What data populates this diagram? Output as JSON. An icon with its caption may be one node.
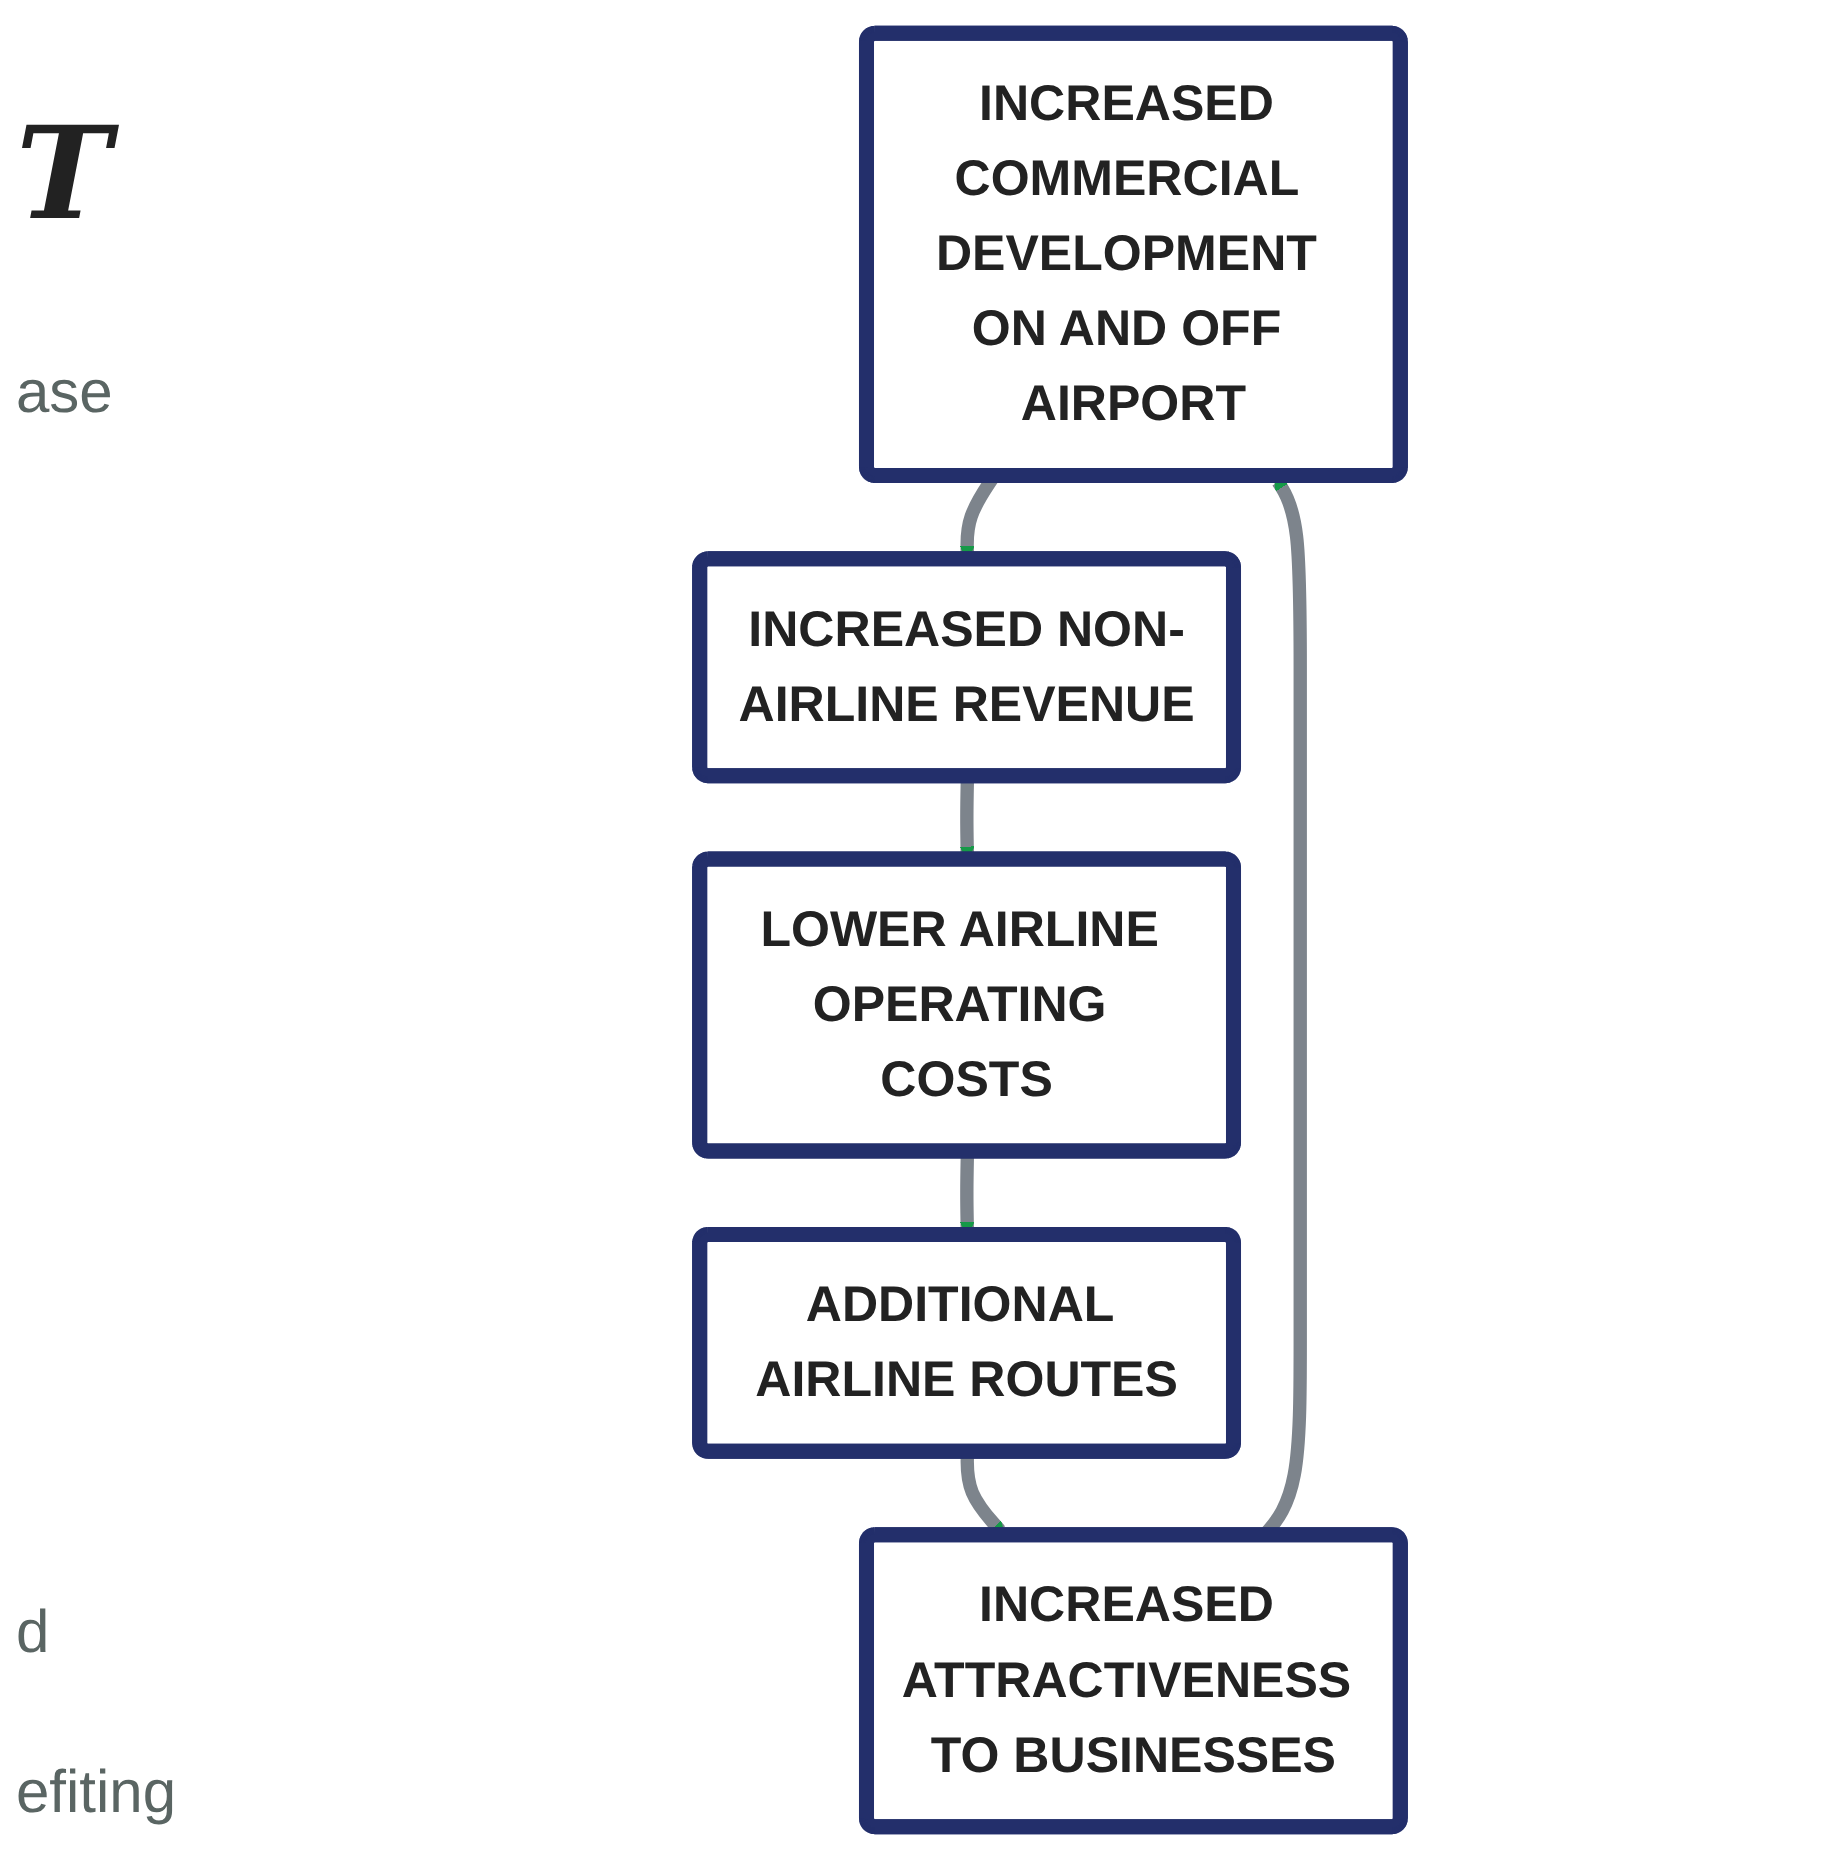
{
  "diagram": {
    "nodes": [
      {
        "text": [
          "INCREASED COMMERCIAL DEVELOPMENT ON AND OFF AIRPORT"
        ]
      },
      {
        "text": [
          "INCREASED NON-AIRLINE REVENUE"
        ]
      },
      {
        "text": [
          "LOWER AIRLINE OPERATING COSTS"
        ]
      },
      {
        "text": [
          "ADDITIONAL AIRLINE ROUTES"
        ]
      },
      {
        "text": [
          "INCREASED ATTRACTIVENESS TO BUSINESSES"
        ]
      }
    ],
    "edges": [
      {
        "from": 0,
        "to": 1,
        "arrow": "to"
      },
      {
        "from": 1,
        "to": 2,
        "arrow": "to"
      },
      {
        "from": 2,
        "to": 3,
        "arrow": "to"
      },
      {
        "from": 3,
        "to": 4,
        "arrow": "to"
      },
      {
        "from": 4,
        "to": 0,
        "arrow": "to"
      }
    ],
    "labels": [
      "T",
      "ase",
      "d",
      "efiting"
    ]
  }
}
